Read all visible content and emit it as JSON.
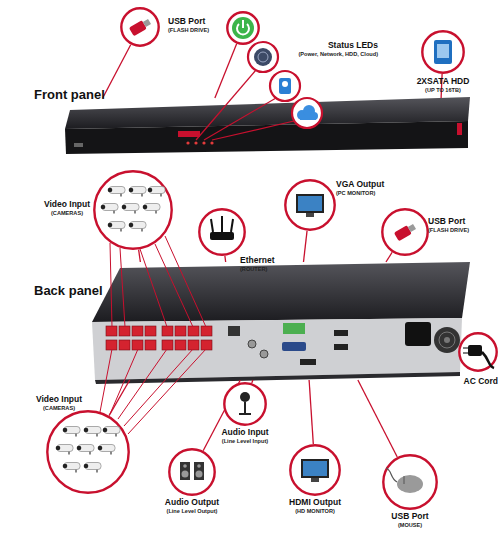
{
  "diagram": {
    "nodes": [
      {
        "text": [
          "USB Port",
          "(FLASH DRIVE)"
        ]
      },
      {
        "text": [
          "Status LEDs",
          "(Power, Network, HDD, Cloud)"
        ]
      },
      {
        "text": [
          "2XSATA HDD",
          "(UP TO 16TB)"
        ]
      },
      {
        "text": [
          "Front panel"
        ]
      },
      {
        "text": [
          "Video Input",
          "(CAMERAS)"
        ]
      },
      {
        "text": [
          "Ethernet",
          "(ROUTER)"
        ]
      },
      {
        "text": [
          "VGA Output",
          "(PC MONITOR)"
        ]
      },
      {
        "text": [
          "USB Port",
          "(FLASH DRIVE)"
        ]
      },
      {
        "text": [
          "Back panel"
        ]
      },
      {
        "text": [
          "AC Cord"
        ]
      },
      {
        "text": [
          "Video Input",
          "(CAMERAS)"
        ]
      },
      {
        "text": [
          "Audio Output",
          "(Line Level Output)"
        ]
      },
      {
        "text": [
          "Audio Input",
          "(Line Level Input)"
        ]
      },
      {
        "text": [
          "HDMI Output",
          "(HD MONITOR)"
        ]
      },
      {
        "text": [
          "USB Port",
          "(MOUSE)"
        ]
      }
    ],
    "edges": [
      {
        "from": 0,
        "to": 3,
        "arrow": "none"
      },
      {
        "from": 1,
        "to": 3,
        "arrow": "none"
      },
      {
        "from": 2,
        "to": 3,
        "arrow": "none"
      },
      {
        "from": 4,
        "to": 8,
        "arrow": "none"
      },
      {
        "from": 5,
        "to": 8,
        "arrow": "none"
      },
      {
        "from": 6,
        "to": 8,
        "arrow": "none"
      },
      {
        "from": 7,
        "to": 8,
        "arrow": "none"
      },
      {
        "from": 9,
        "to": 8,
        "arrow": "none"
      },
      {
        "from": 10,
        "to": 8,
        "arrow": "none"
      },
      {
        "from": 11,
        "to": 8,
        "arrow": "none"
      },
      {
        "from": 12,
        "to": 8,
        "arrow": "none"
      },
      {
        "from": 13,
        "to": 8,
        "arrow": "none"
      },
      {
        "from": 14,
        "to": 8,
        "arrow": "none"
      }
    ]
  }
}
